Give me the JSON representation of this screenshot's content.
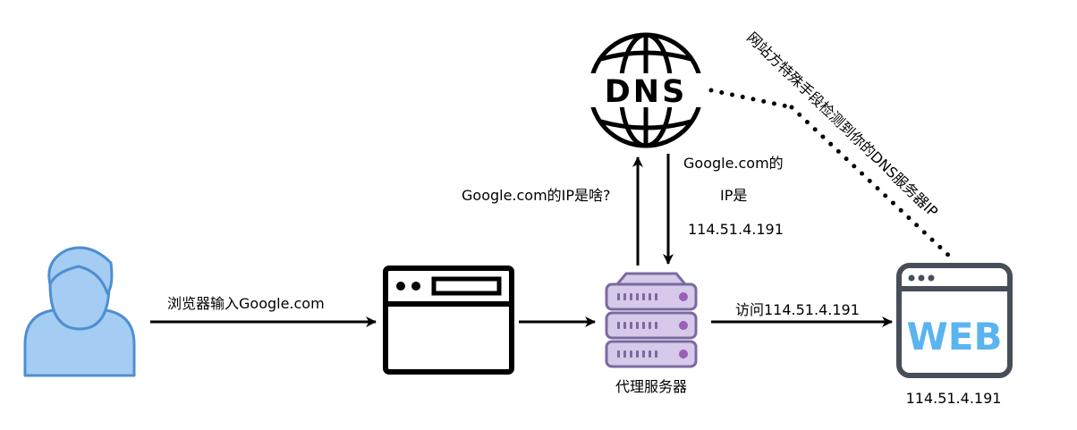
{
  "colors": {
    "user_stroke": "#4e8fd0",
    "user_fill": "#a5ccf3",
    "server_stroke": "#7a6aa0",
    "server_fill": "#d6c9ea",
    "server_led": "#9a5fb6",
    "web_frame": "#474e59",
    "web_text": "#5ab4f0",
    "line": "#000000"
  },
  "icons": {
    "user": "user-icon",
    "browser": "browser-window-icon",
    "proxy": "server-stack-icon",
    "dns": "dns-globe-icon",
    "web": "web-browser-icon"
  },
  "dns_icon_text": "DNS",
  "web_icon_text": "WEB",
  "labels": {
    "browser_input": "浏览器输入Google.com",
    "dns_query": "Google.com的IP是啥?",
    "dns_answer_line1": "Google.com的",
    "dns_answer_line2": "IP是",
    "dns_answer_line3": "114.51.4.191",
    "proxy_server": "代理服务器",
    "visit": "访问114.51.4.191",
    "web_ip": "114.51.4.191",
    "detection": "网站方特殊手段检测到你的DNS服务器IP"
  }
}
